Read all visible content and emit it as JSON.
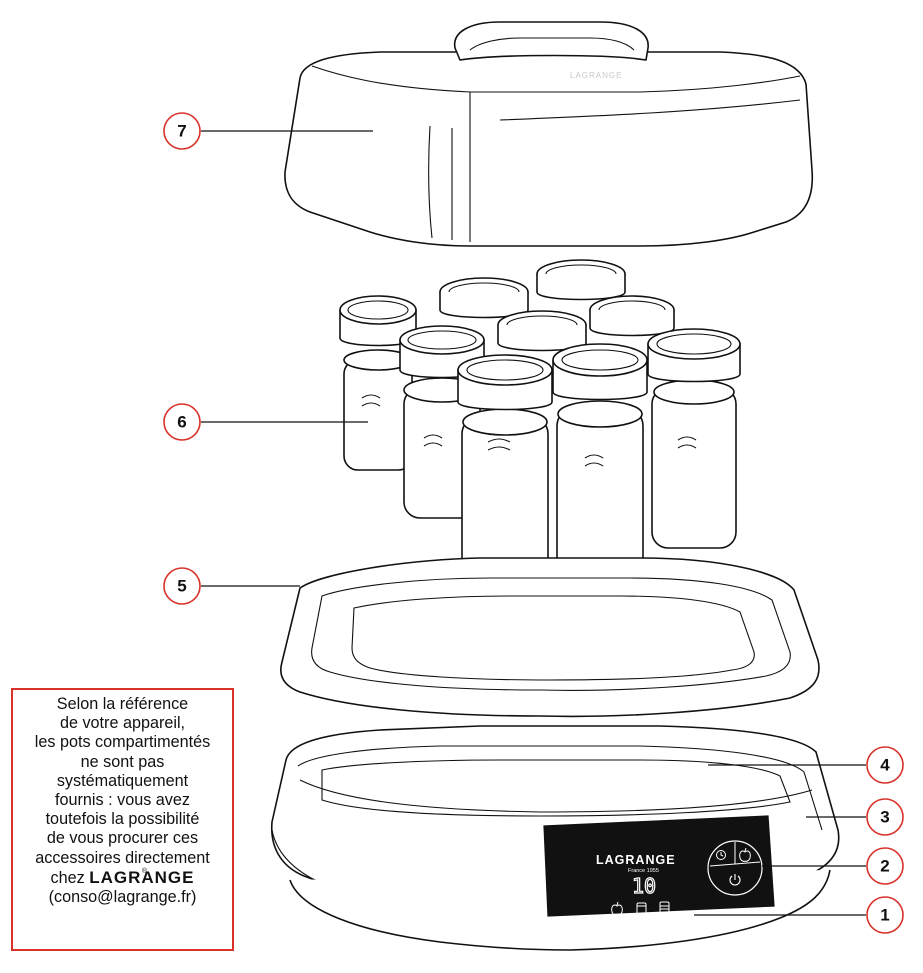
{
  "callouts": [
    {
      "id": "1",
      "label": "1"
    },
    {
      "id": "2",
      "label": "2"
    },
    {
      "id": "3",
      "label": "3"
    },
    {
      "id": "4",
      "label": "4"
    },
    {
      "id": "5",
      "label": "5"
    },
    {
      "id": "6",
      "label": "6"
    },
    {
      "id": "7",
      "label": "7"
    }
  ],
  "note": {
    "lines": [
      "Selon la référence",
      "de votre appareil,",
      "les pots compartimentés",
      "ne sont pas",
      "systématiquement",
      "fournis : vous avez",
      "toutefois la possibilité",
      "de vous procurer ces",
      "accessoires directement"
    ],
    "brand_prefix": "chez",
    "brand": "LAGRANGE",
    "brand_mark": "®",
    "email": "(conso@lagrange.fr)"
  },
  "device": {
    "panel_brand": "LAGRANGE",
    "panel_subtitle": "France 1955",
    "display_digits": "10",
    "lid_brand": "LAGRANGE"
  },
  "colors": {
    "accent_red": "#d9322b",
    "line": "#111111",
    "panel": "#111111"
  },
  "icons": [
    "apple-icon",
    "pot-icon",
    "compartment-pot-icon",
    "timer-icon",
    "power-icon"
  ]
}
